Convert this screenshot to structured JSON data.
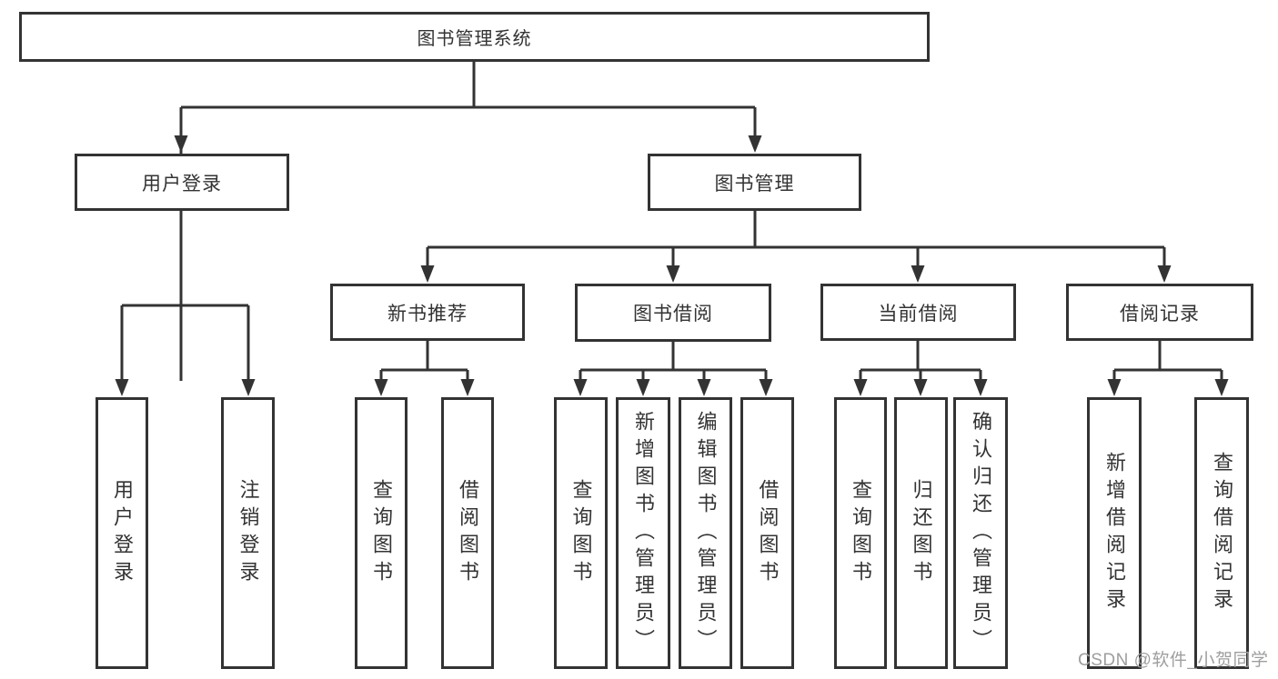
{
  "tree": {
    "title": "图书管理系统",
    "children": [
      {
        "label": "用户登录",
        "children": [
          {
            "label": "用户登录"
          },
          {
            "label": "注销登录"
          }
        ]
      },
      {
        "label": "图书管理",
        "children": [
          {
            "label": "新书推荐",
            "children": [
              {
                "label": "查询图书"
              },
              {
                "label": "借阅图书"
              }
            ]
          },
          {
            "label": "图书借阅",
            "children": [
              {
                "label": "查询图书"
              },
              {
                "label": "新增图书（管理员）"
              },
              {
                "label": "编辑图书（管理员）"
              },
              {
                "label": "借阅图书"
              }
            ]
          },
          {
            "label": "当前借阅",
            "children": [
              {
                "label": "查询图书"
              },
              {
                "label": "归还图书"
              },
              {
                "label": "确认归还（管理员）"
              }
            ]
          },
          {
            "label": "借阅记录",
            "children": [
              {
                "label": "新增借阅记录"
              },
              {
                "label": "查询借阅记录"
              }
            ]
          }
        ]
      }
    ]
  },
  "watermark": {
    "text": "CSDN @软件_小贺同学"
  },
  "colors": {
    "line": "#333333",
    "box_border": "#333333",
    "box_background": "#ffffff",
    "text": "#333333",
    "watermark_text": "#9e9e9e"
  }
}
